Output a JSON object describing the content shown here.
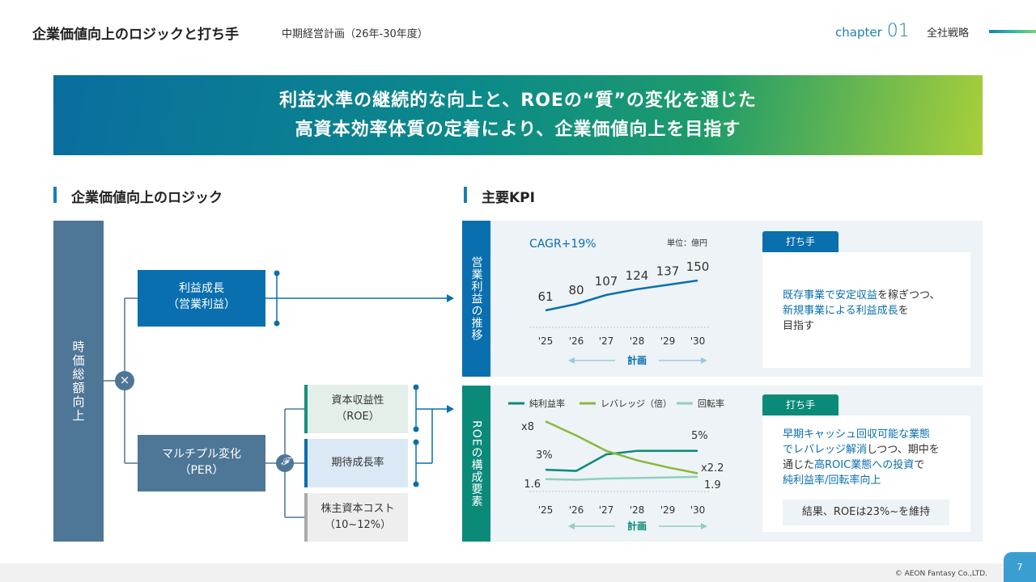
{
  "header": {
    "title": "企業価値向上のロジックと打ち手",
    "subtitle": "中期経営計画（26年-30年度）",
    "chapter_label": "chapter",
    "chapter_num": "01",
    "section": "全社戦略"
  },
  "banner": {
    "line1": "利益水準の継続的な向上と、ROEの“質”の変化を通じた",
    "line2": "高資本効率体質の定着により、企業価値向上を目指す"
  },
  "logic": {
    "heading": "企業価値向上のロジック",
    "market_cap": "時価総額向上",
    "multiply": "×",
    "profit_line1": "利益成長",
    "profit_line2": "（営業利益）",
    "per_line1": "マルチプル変化",
    "per_line2": "（PER）",
    "f_symbol": "𝓕",
    "roe_line1": "資本収益性",
    "roe_line2": "（ROE）",
    "growth": "期待成長率",
    "cost_line1": "株主資本コスト",
    "cost_line2": "（10~12%）"
  },
  "kpi": {
    "heading": "主要KPI",
    "panel1": {
      "vertical_label": "営業利益の推移",
      "tag": "打ち手",
      "text_parts": [
        "既存事業で安定収益",
        "を稼ぎつつ、",
        "新規事業による利益成長",
        "を",
        "目指す"
      ]
    },
    "panel2": {
      "vertical_label": "ROEの構成要素",
      "tag": "打ち手",
      "text_parts": [
        "早期キャッシュ回収可能な業態",
        "でレバレッジ解消",
        "しつつ、期中を",
        "通じた",
        "高ROIC業態への投資",
        "で",
        "純利益率/回転率向上"
      ],
      "result": "結果、ROEは23%~を維持"
    }
  },
  "chart_data": [
    {
      "type": "line",
      "title": "CAGR+19%",
      "unit_label": "単位：億円",
      "categories": [
        "'25",
        "'26",
        "'27",
        "'28",
        "'29",
        "'30"
      ],
      "values": [
        61,
        80,
        107,
        124,
        137,
        150
      ],
      "plan_label": "計画",
      "colors": {
        "line": "#0a6fae"
      }
    },
    {
      "type": "line",
      "categories": [
        "'25",
        "'26",
        "'27",
        "'28",
        "'29",
        "'30"
      ],
      "series": [
        {
          "name": "純利益率",
          "color": "#0b8a7a",
          "values": [
            1.5,
            1.4,
            2.8,
            3.1,
            3.1,
            3.1
          ]
        },
        {
          "name": "レバレッジ（倍）",
          "color": "#8ab83a",
          "values": [
            5.6,
            4.4,
            3.1,
            2.3,
            1.7,
            1.2
          ]
        },
        {
          "name": "回転率",
          "color": "#8fcfbe",
          "values": [
            0.7,
            0.65,
            0.75,
            0.8,
            0.85,
            0.9
          ]
        }
      ],
      "annotations": {
        "net_start": "3%",
        "net_end": "5%",
        "lev_start": "x8",
        "lev_end": "x2.2",
        "turn_start": "1.6",
        "turn_end": "1.9"
      },
      "plan_label": "計画"
    }
  ],
  "footer": {
    "copyright": "© AEON Fantasy Co.,LTD.",
    "page": "7"
  }
}
